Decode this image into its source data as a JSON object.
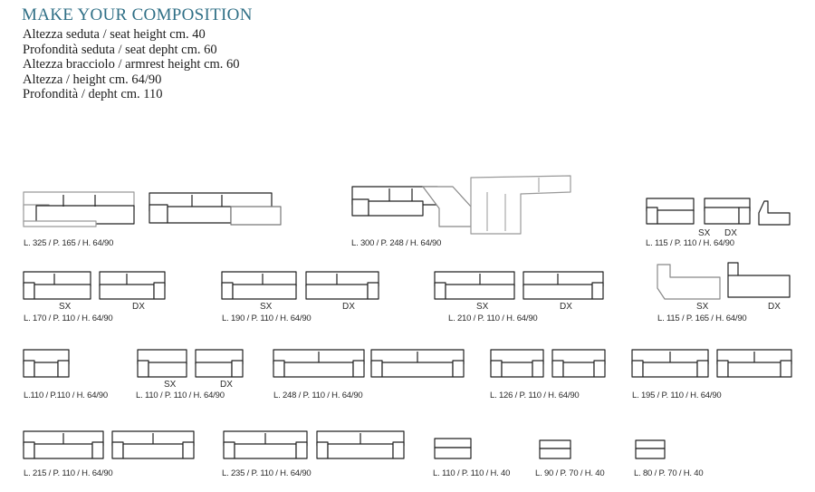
{
  "header": {
    "title": "MAKE YOUR COMPOSITION",
    "specs": [
      "Altezza seduta / seat height cm. 40",
      "Profondità seduta / seat depht cm. 60",
      "Altezza bracciolo / armrest height cm. 60",
      "Altezza / height cm. 64/90",
      "Profondità / depht cm. 110"
    ]
  },
  "dimensions": [
    "L. 325 / P. 165 / H. 64/90",
    "L. 300 / P. 248 / H. 64/90",
    "L. 115 / P. 110 / H. 64/90",
    "L. 170 / P. 110 / H. 64/90",
    "L. 190 / P. 110 / H. 64/90",
    "L. 210 / P. 110 / H. 64/90",
    "L. 115 / P. 165 / H. 64/90",
    "L.110 / P.110 / H. 64/90",
    "L. 110 / P. 110 / H. 64/90",
    "L. 248 / P. 110 / H. 64/90",
    "L. 126 / P. 110 / H. 64/90",
    "L. 195 / P. 110 / H. 64/90",
    "L. 215 / P. 110 / H. 64/90",
    "L. 235 / P. 110 / H. 64/90",
    "L. 110 / P. 110 / H. 40",
    "L. 90 / P. 70 / H. 40",
    "L. 80 / P. 70 / H. 40"
  ],
  "side_labels": {
    "left": "SX",
    "right": "DX"
  }
}
